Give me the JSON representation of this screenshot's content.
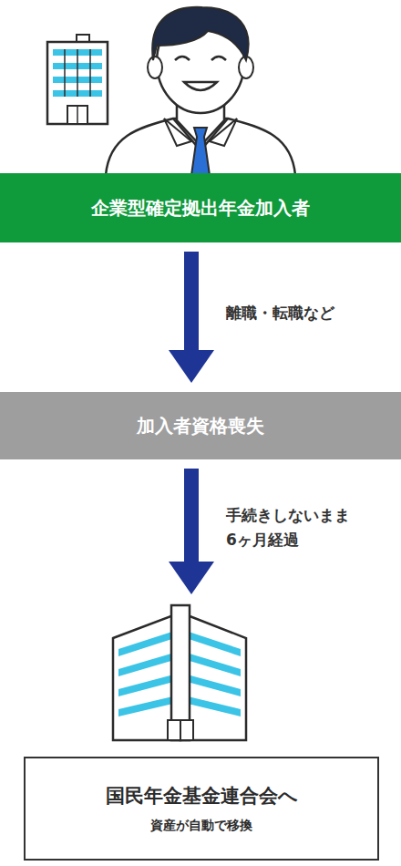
{
  "diagram": {
    "nodes": [
      {
        "text": [
          "企業型確定拠出年金加入者"
        ]
      },
      {
        "text": [
          "加入者資格喪失"
        ]
      },
      {
        "text": [
          "国民年金基金連合会へ",
          "資産が自動で移換"
        ]
      }
    ],
    "edges": [
      {
        "from": 0,
        "to": 1,
        "arrow": "to",
        "label": "離職・転職など"
      },
      {
        "from": 1,
        "to": 2,
        "arrow": "to",
        "label": "手続きしないまま 6ヶ月経過"
      }
    ]
  }
}
